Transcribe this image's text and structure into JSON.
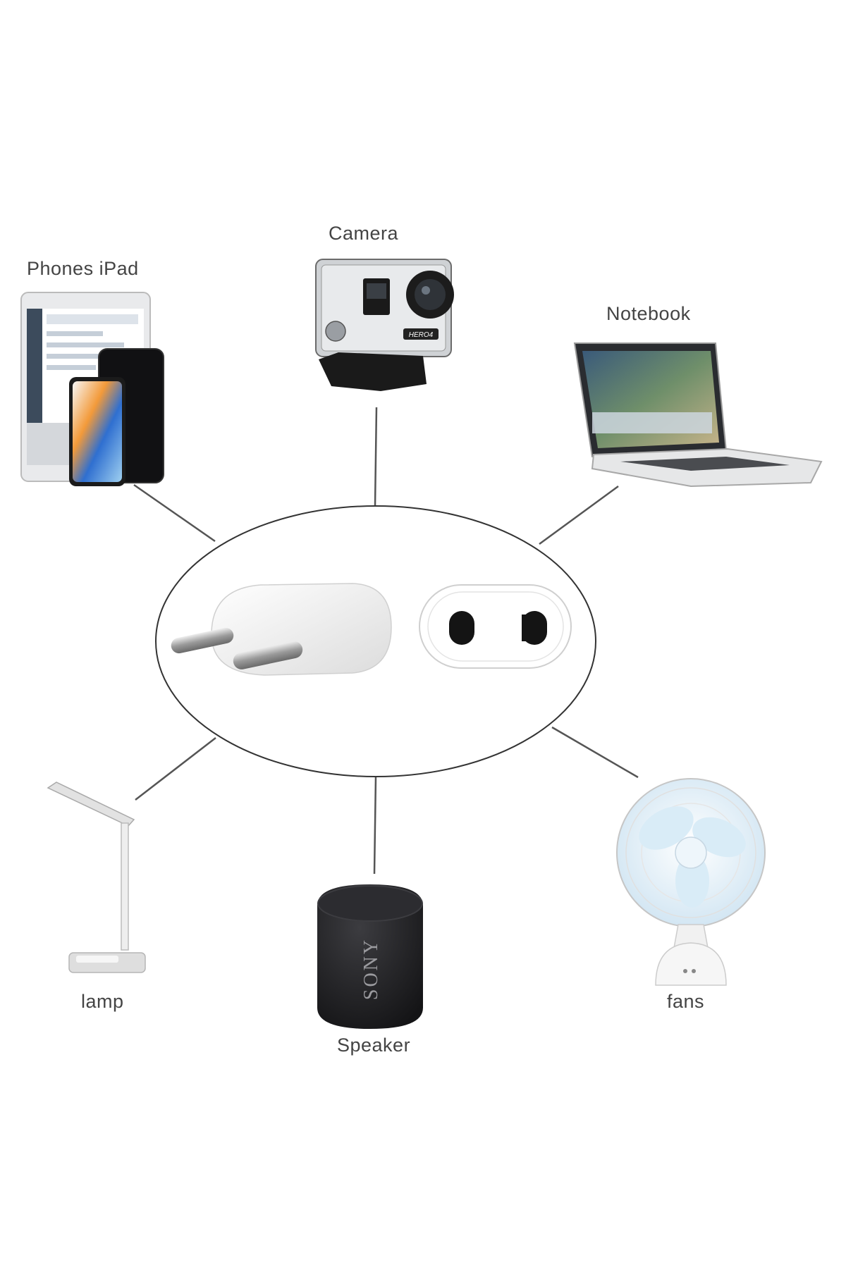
{
  "devices": {
    "phones": {
      "label": "Phones iPad",
      "icon": "phone-tablet-icon"
    },
    "camera": {
      "label": "Camera",
      "icon": "action-camera-icon",
      "brand_text": "HERO4"
    },
    "notebook": {
      "label": "Notebook",
      "icon": "laptop-icon"
    },
    "lamp": {
      "label": "lamp",
      "icon": "desk-lamp-icon"
    },
    "speaker": {
      "label": "Speaker",
      "icon": "speaker-icon",
      "brand_text": "SONY"
    },
    "fans": {
      "label": "fans",
      "icon": "desk-fan-icon"
    }
  },
  "center": {
    "icons": [
      "plug-icon",
      "socket-adapter-icon"
    ]
  },
  "colors": {
    "line": "#555555",
    "label": "#444444",
    "device_dark": "#1e1e20",
    "device_light": "#f2f4f5"
  }
}
